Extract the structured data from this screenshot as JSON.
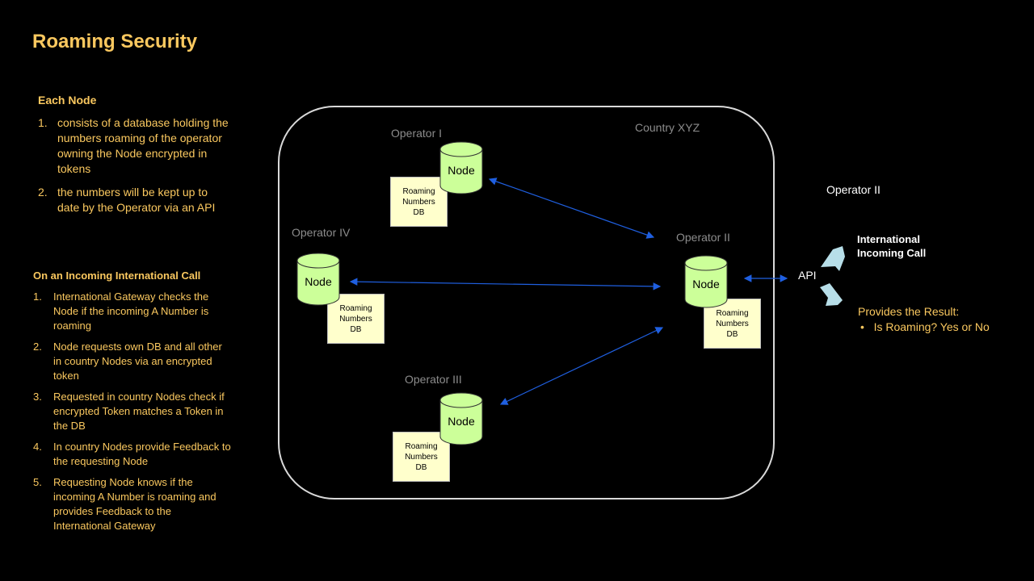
{
  "title": "Roaming Security",
  "each_node": {
    "heading": "Each Node",
    "items": [
      {
        "num": "1.",
        "text": "consists of a database holding the numbers roaming of the operator owning the Node encrypted in tokens"
      },
      {
        "num": "2.",
        "text": "the numbers will be kept up to date by the Operator via an API"
      }
    ]
  },
  "incoming": {
    "heading": "On an Incoming International Call",
    "items": [
      {
        "num": "1.",
        "text": "International Gateway checks the Node if the incoming A Number is roaming"
      },
      {
        "num": "2.",
        "text": "Node requests own DB and all other in country Nodes via an encrypted token"
      },
      {
        "num": "3.",
        "text": "Requested in country Nodes check if encrypted Token matches a Token in the DB"
      },
      {
        "num": "4.",
        "text": "In country Nodes provide Feedback to the requesting Node"
      },
      {
        "num": "5.",
        "text": "Requesting Node knows if the incoming A Number is roaming and provides Feedback to the International Gateway"
      }
    ]
  },
  "diagram": {
    "country": "Country XYZ",
    "node_label": "Node",
    "db_label": [
      "Roaming",
      "Numbers",
      "DB"
    ],
    "operators": [
      "Operator I",
      "Operator II",
      "Operator III",
      "Operator IV"
    ],
    "api": "API",
    "right_operator": "Operator II",
    "incoming_call": [
      "International",
      "Incoming Call"
    ],
    "result_heading": "Provides the Result:",
    "result_item": "Is Roaming? Yes or No",
    "colors": {
      "node": "#CCFF99",
      "db": "#FFFFCC",
      "arrow": "#1F5FE0",
      "callout": "#B7DEE8",
      "text": "#FAC85F"
    }
  }
}
